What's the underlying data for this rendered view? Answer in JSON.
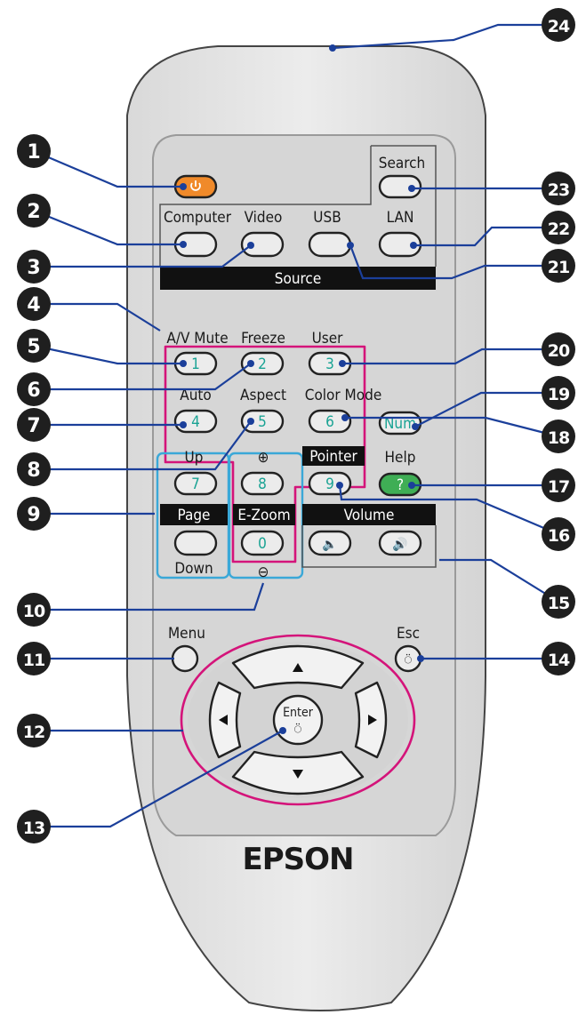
{
  "remote": {
    "brand": "EPSON",
    "source_bar": "Source",
    "page_bar": "Page",
    "ezoom_bar": "E-Zoom",
    "pointer_bar": "Pointer",
    "volume_bar": "Volume",
    "labels": {
      "search": "Search",
      "computer": "Computer",
      "video": "Video",
      "usb": "USB",
      "lan": "LAN",
      "av_mute": "A/V Mute",
      "freeze": "Freeze",
      "user": "User",
      "auto": "Auto",
      "aspect": "Aspect",
      "color_mode": "Color Mode",
      "up": "Up",
      "help": "Help",
      "down": "Down",
      "menu": "Menu",
      "esc": "Esc",
      "enter": "Enter"
    },
    "keys": {
      "k1": "1",
      "k2": "2",
      "k3": "3",
      "k4": "4",
      "k5": "5",
      "k6": "6",
      "k7": "7",
      "k8": "8",
      "k9": "9",
      "k0": "0",
      "num": "Num",
      "help": "?"
    },
    "colors": {
      "body": "#e6e6e6",
      "panel": "#d7d7d7",
      "power": "#f08a2a",
      "help_button": "#3fae55",
      "highlight_pink": "#d4147a",
      "highlight_blue": "#3aa8d8",
      "callout": "#1f1f1f",
      "leader": "#1b3f9a",
      "key_text": "#1aa394"
    }
  },
  "callouts": [
    "1",
    "2",
    "3",
    "4",
    "5",
    "6",
    "7",
    "8",
    "9",
    "10",
    "11",
    "12",
    "13",
    "14",
    "15",
    "16",
    "17",
    "18",
    "19",
    "20",
    "21",
    "22",
    "23",
    "24"
  ]
}
